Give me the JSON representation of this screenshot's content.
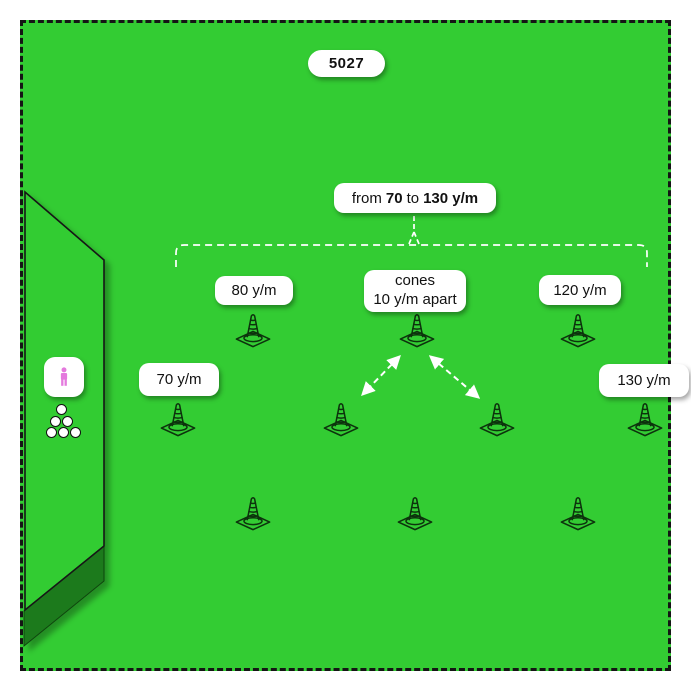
{
  "diagram": {
    "drill_number": "5027",
    "distance_range": {
      "from_word": "from",
      "from_value": "70",
      "to_word": "to",
      "to_value": "130 y/m"
    },
    "labels": {
      "d80": "80 y/m",
      "cones_line1": "cones",
      "cones_line2": "10 y/m apart",
      "d120": "120 y/m",
      "d70": "70 y/m",
      "d130": "130 y/m"
    },
    "cone_rows": [
      3,
      4,
      3
    ],
    "icons": [
      "golfer-icon",
      "golf-ball-icon",
      "traffic-cone-icon",
      "spacing-arrow-icon"
    ],
    "colors": {
      "grass": "#33cc33",
      "tee_side_dark": "#1e7a1e",
      "golfer_pink": "#e479dd",
      "cone_outline": "#0d330d",
      "annotation_white": "#ffffff",
      "border_black": "#151515"
    }
  }
}
